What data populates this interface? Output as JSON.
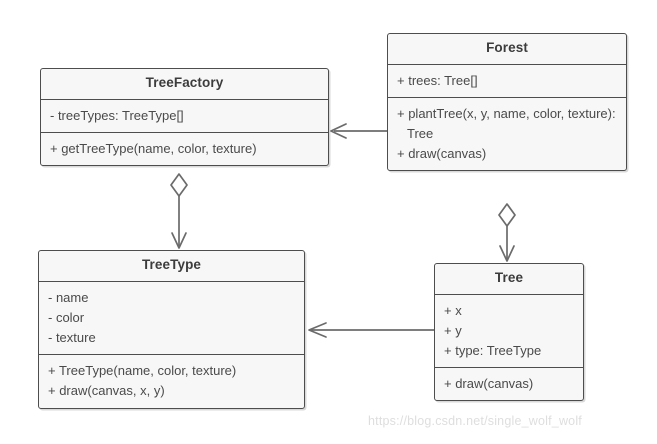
{
  "diagram": {
    "type": "uml-class-diagram",
    "background": "#ffffff",
    "box_fill": "#f7f7f7",
    "box_stroke": "#4d4d4d",
    "text_color": "#4a4a4a",
    "title_color": "#3c3c3c",
    "edge_color": "#6b6b6b"
  },
  "classes": {
    "tree_factory": {
      "name": "TreeFactory",
      "attributes": [
        "- treeTypes: TreeType[]"
      ],
      "methods": [
        "+ getTreeType(name, color, texture)"
      ]
    },
    "forest": {
      "name": "Forest",
      "attributes": [
        "+ trees: Tree[]"
      ],
      "methods": [
        "+ plantTree(x, y, name, color, texture): Tree",
        "+ draw(canvas)"
      ]
    },
    "tree_type": {
      "name": "TreeType",
      "attributes": [
        "- name",
        "- color",
        "- texture"
      ],
      "methods": [
        "+ TreeType(name, color, texture)",
        "+ draw(canvas, x, y)"
      ]
    },
    "tree": {
      "name": "Tree",
      "attributes": [
        "+ x",
        "+ y",
        "+ type: TreeType"
      ],
      "methods": [
        "+ draw(canvas)"
      ]
    }
  },
  "relationships": [
    {
      "id": "forest-to-treefactory",
      "from": "Forest",
      "to": "TreeFactory",
      "kind": "association",
      "source_decoration": "none",
      "target_decoration": "open-arrow",
      "direction": "left"
    },
    {
      "id": "treefactory-to-treetype",
      "from": "TreeFactory",
      "to": "TreeType",
      "kind": "aggregation",
      "source_decoration": "hollow-diamond",
      "target_decoration": "open-arrow",
      "direction": "down"
    },
    {
      "id": "forest-to-tree",
      "from": "Forest",
      "to": "Tree",
      "kind": "aggregation",
      "source_decoration": "hollow-diamond",
      "target_decoration": "open-arrow",
      "direction": "down"
    },
    {
      "id": "tree-to-treetype",
      "from": "Tree",
      "to": "TreeType",
      "kind": "association",
      "source_decoration": "none",
      "target_decoration": "open-arrow",
      "direction": "left"
    }
  ],
  "watermark": {
    "text": "https://blog.csdn.net/single_wolf_wolf"
  }
}
